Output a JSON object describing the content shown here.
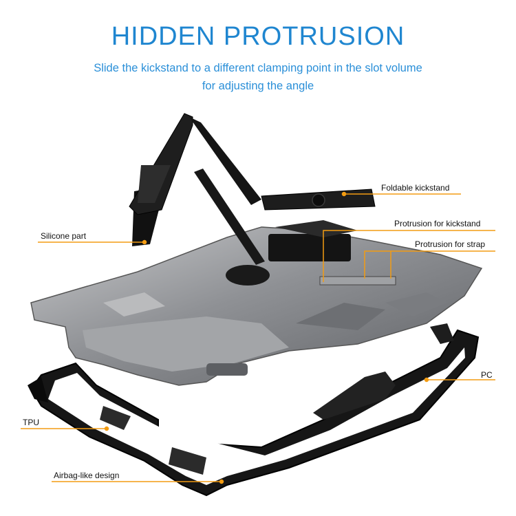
{
  "header": {
    "title": "HIDDEN PROTRUSION",
    "subtitle_line1": "Slide the kickstand to a different clamping point in the slot volume",
    "subtitle_line2": "for adjusting the angle"
  },
  "callouts": {
    "foldable_kickstand": "Foldable  kickstand",
    "silicone_part": "Silicone part",
    "protrusion_kickstand": "Protrusion for kickstand",
    "protrusion_strap": "Protrusion for strap",
    "pc": "PC",
    "tpu": "TPU",
    "airbag": "Airbag-like design"
  },
  "colors": {
    "title": "#1f86d0",
    "leader_line": "#f39c12",
    "metal": "#8e9094",
    "rubber": "#151515"
  }
}
